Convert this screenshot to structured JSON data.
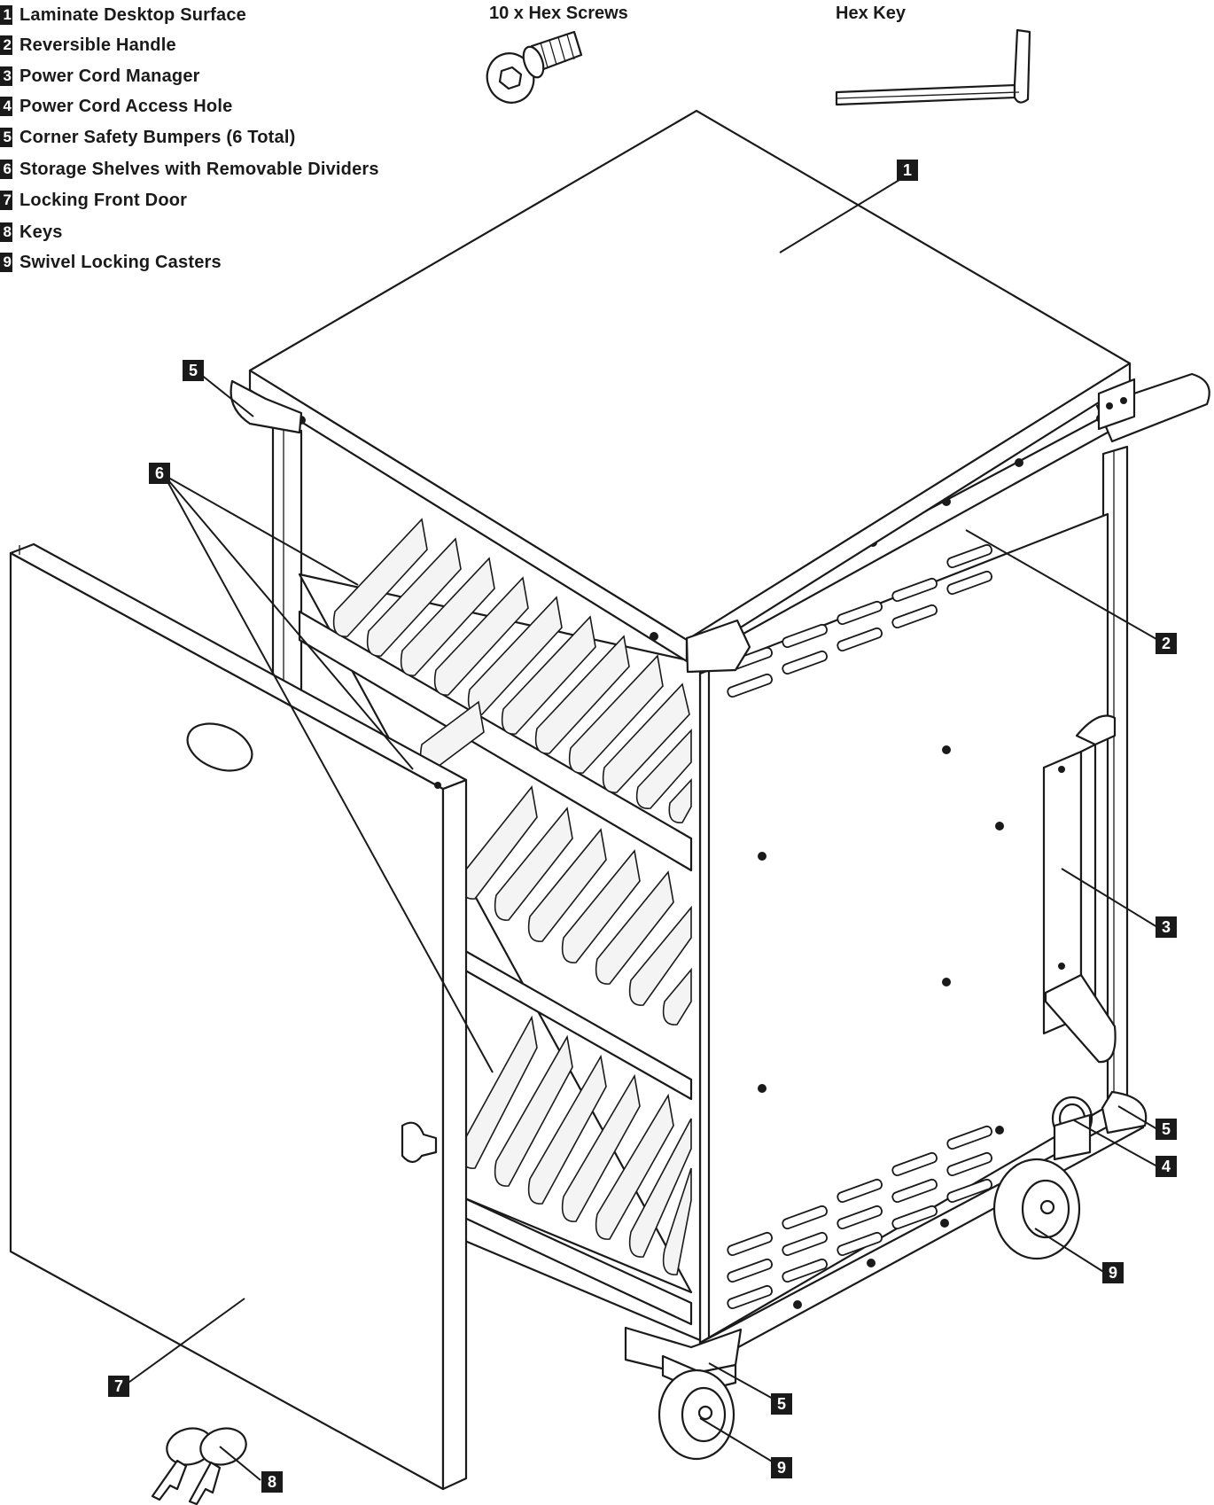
{
  "legend": [
    {
      "num": "1",
      "label": "Laminate Desktop Surface"
    },
    {
      "num": "2",
      "label": "Reversible Handle"
    },
    {
      "num": "3",
      "label": "Power Cord Manager"
    },
    {
      "num": "4",
      "label": "Power Cord Access Hole"
    },
    {
      "num": "5",
      "label": "Corner Safety Bumpers (6 Total)"
    },
    {
      "num": "6",
      "label": "Storage Shelves with Removable Dividers"
    },
    {
      "num": "7",
      "label": "Locking Front Door"
    },
    {
      "num": "8",
      "label": "Keys"
    },
    {
      "num": "9",
      "label": "Swivel Locking Casters"
    }
  ],
  "hardware": {
    "screws_label": "10 x Hex Screws",
    "hexkey_label": "Hex Key"
  },
  "callouts": {
    "c1": "1",
    "c2": "2",
    "c3": "3",
    "c4": "4",
    "c5a": "5",
    "c5b": "5",
    "c5c": "5",
    "c6": "6",
    "c7": "7",
    "c8": "8",
    "c9a": "9",
    "c9b": "9"
  }
}
